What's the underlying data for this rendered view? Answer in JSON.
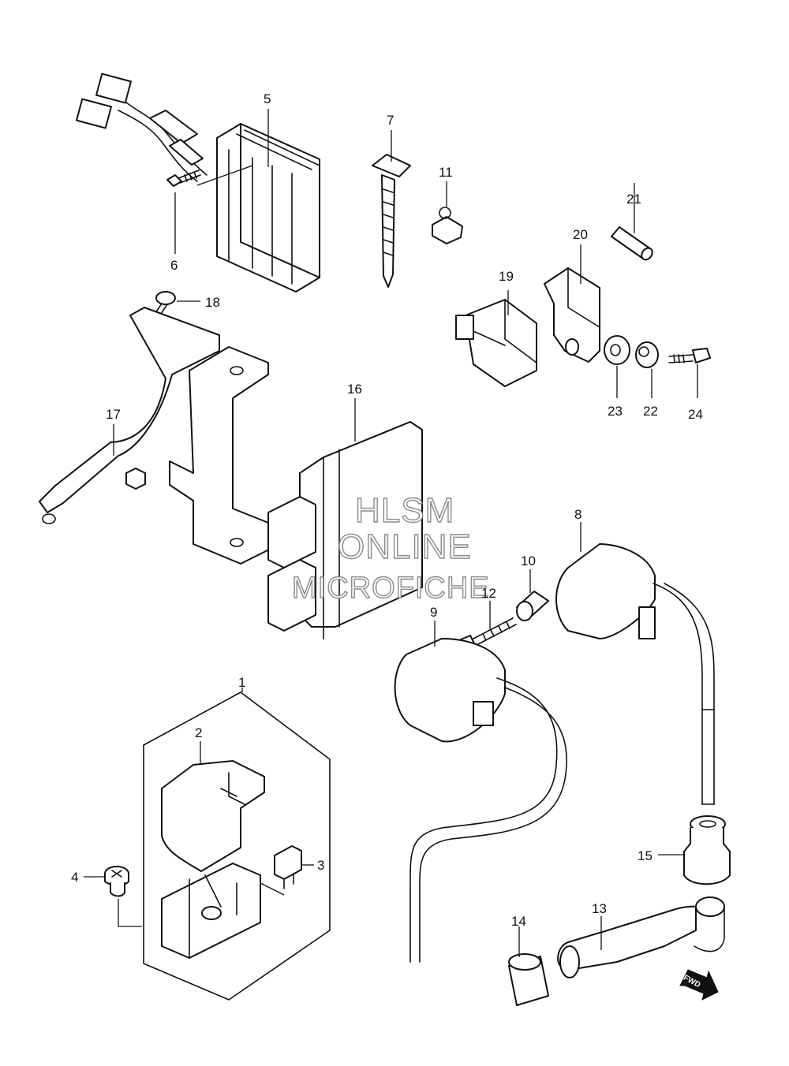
{
  "watermark": {
    "line1": "HLSM",
    "line2": "ONLINE",
    "line3": "MICROFICHE"
  },
  "fwd_label": "FWD",
  "callouts": {
    "c1": "1",
    "c2": "2",
    "c3": "3",
    "c4": "4",
    "c5": "5",
    "c6": "6",
    "c7": "7",
    "c8": "8",
    "c9": "9",
    "c10": "10",
    "c11": "11",
    "c12": "12",
    "c13": "13",
    "c14": "14",
    "c15": "15",
    "c16": "16",
    "c17": "17",
    "c18": "18",
    "c19": "19",
    "c20": "20",
    "c21": "21",
    "c22": "22",
    "c23": "23",
    "c24": "24"
  }
}
